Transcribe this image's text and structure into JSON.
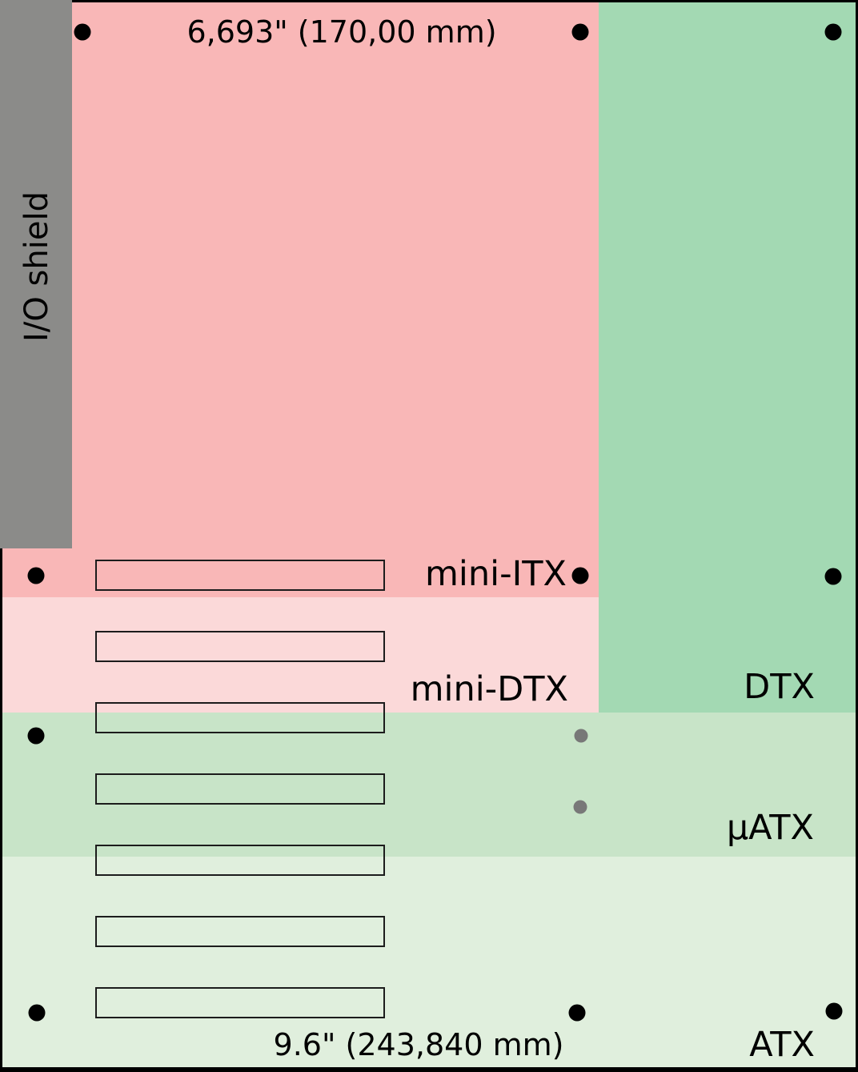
{
  "diagram": {
    "type": "motherboard-form-factor-comparison",
    "labels": {
      "top_dimension": "6,693\" (170,00 mm)",
      "bottom_dimension": "9.6\" (243,840 mm)",
      "io_shield": "I/O shield",
      "mini_itx": "mini-ITX",
      "mini_dtx": "mini-DTX",
      "dtx": "DTX",
      "uatx": "µATX",
      "atx": "ATX"
    },
    "colors": {
      "border_background": "#000000",
      "io_shield": "#8b8b89",
      "mini_itx": "#f9b7b7",
      "mini_dtx": "#fbd9d9",
      "dtx": "#a3d9b3",
      "uatx": "#c8e4c8",
      "atx": "#e0efdd",
      "mounting_hole": "#000000",
      "mounting_hole_optional": "#787878",
      "slot_outline": "#1c1c1c",
      "text": "#000000"
    },
    "counts": {
      "expansion_slots": 7,
      "mounting_holes_black": 10,
      "mounting_holes_gray": 2
    }
  }
}
